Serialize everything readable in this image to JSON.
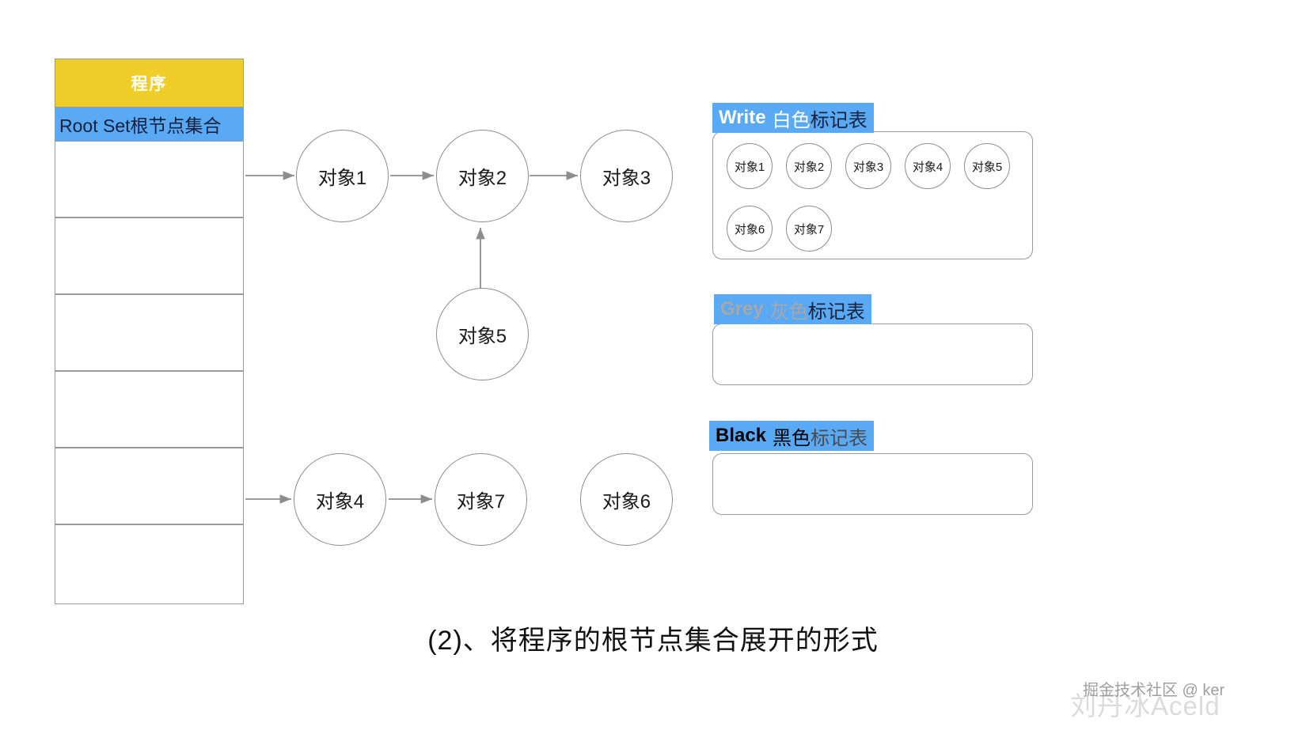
{
  "diagram": {
    "caption": "(2)、将程序的根节点集合展开的形式",
    "colors": {
      "program_header_bg": "#EFCE2A",
      "rootset_bg": "#5AA9F5",
      "mark_title_bg": "#5AA9F5",
      "border": "#9a9a9a",
      "circle_border": "#8d8d8d",
      "arrow": "#8d8d8d"
    }
  },
  "program_table": {
    "header_label": "程序",
    "rootset_label": "Root Set根节点集合",
    "slot_count": 6,
    "slots": [
      "",
      "",
      "",
      "",
      "",
      ""
    ]
  },
  "graph": {
    "nodes": [
      {
        "id": "obj1",
        "label": "对象1"
      },
      {
        "id": "obj2",
        "label": "对象2"
      },
      {
        "id": "obj3",
        "label": "对象3"
      },
      {
        "id": "obj5",
        "label": "对象5"
      },
      {
        "id": "obj4",
        "label": "对象4"
      },
      {
        "id": "obj7",
        "label": "对象7"
      },
      {
        "id": "obj6",
        "label": "对象6"
      }
    ],
    "edges": [
      {
        "from": "root-set",
        "to": "obj1"
      },
      {
        "from": "obj1",
        "to": "obj2"
      },
      {
        "from": "obj2",
        "to": "obj3"
      },
      {
        "from": "obj5",
        "to": "obj2"
      },
      {
        "from": "root-set",
        "to": "obj4"
      },
      {
        "from": "obj4",
        "to": "obj7"
      }
    ]
  },
  "mark_tables": [
    {
      "id": "white",
      "title_en": "Write",
      "title_color_cn": "白色",
      "title_suffix": "标记表",
      "en_style": "white",
      "cn_style": "white",
      "suffix_style": "dark",
      "items": [
        "对象1",
        "对象2",
        "对象3",
        "对象4",
        "对象5",
        "对象6",
        "对象7"
      ]
    },
    {
      "id": "grey",
      "title_en": "Grey",
      "title_color_cn": "灰色",
      "title_suffix": "标记表",
      "en_style": "grey",
      "cn_style": "grey",
      "suffix_style": "dark",
      "items": []
    },
    {
      "id": "black",
      "title_en": "Black",
      "title_color_cn": "黑色",
      "title_suffix": "标记表",
      "en_style": "black",
      "cn_style": "black",
      "suffix_style": "dim",
      "items": []
    }
  ],
  "watermarks": {
    "primary": "掘金技术社区 @ ker",
    "secondary": "刘丹冰Aceld"
  }
}
